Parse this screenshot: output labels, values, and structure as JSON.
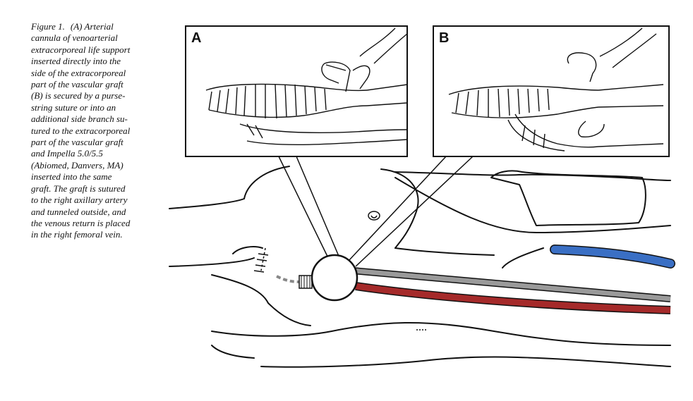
{
  "figure": {
    "label": "Figure 1.",
    "caption_lines": [
      "(A) Arterial",
      "cannula of venoarterial",
      "extracorporeal life support",
      "inserted directly into the",
      "side of the extracorporeal",
      "part of the vascular graft",
      "(B) is secured by a purse-",
      "string suture or into an",
      "additional side branch su-",
      "tured to the extracorporeal",
      "part of the vascular graft",
      "and Impella 5.0/5.5",
      "(Abiomed, Danvers, MA)",
      "inserted into the same",
      "graft. The graft is sutured",
      "to the right axillary artery",
      "and tunneled outside, and",
      "the venous return is placed",
      "in the right femoral vein."
    ]
  },
  "panels": [
    {
      "letter": "A"
    },
    {
      "letter": "B"
    }
  ],
  "colors": {
    "arterial_cannula": "#a52a2a",
    "venous_cannula": "#3a6fc4",
    "graft_line": "#9a9a9a",
    "ink": "#111111"
  }
}
